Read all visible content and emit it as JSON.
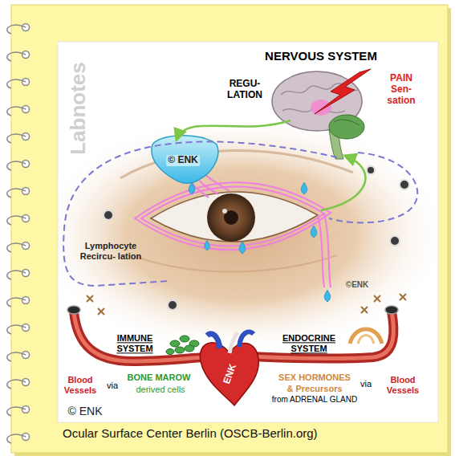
{
  "diagram": {
    "caption": "Ocular Surface Center Berlin (OSCB-Berlin.org)",
    "labels": [
      "NERVOUS SYSTEM",
      "REGU- LATION",
      "PAIN Sen- sation",
      "© ENK",
      "Lymphocyte Recircu- lation",
      "©ENK",
      "IMMUNE SYSTEM",
      "ENDOCRINE SYSTEM",
      "ENK",
      "Blood Vessels",
      "via",
      "BONE MAROW",
      "derived cells",
      "SEX HORMONES",
      "& Precursors",
      "from ADRENAL GLAND",
      "via",
      "Blood Vessels",
      "© ENK",
      "Labnotes"
    ]
  }
}
